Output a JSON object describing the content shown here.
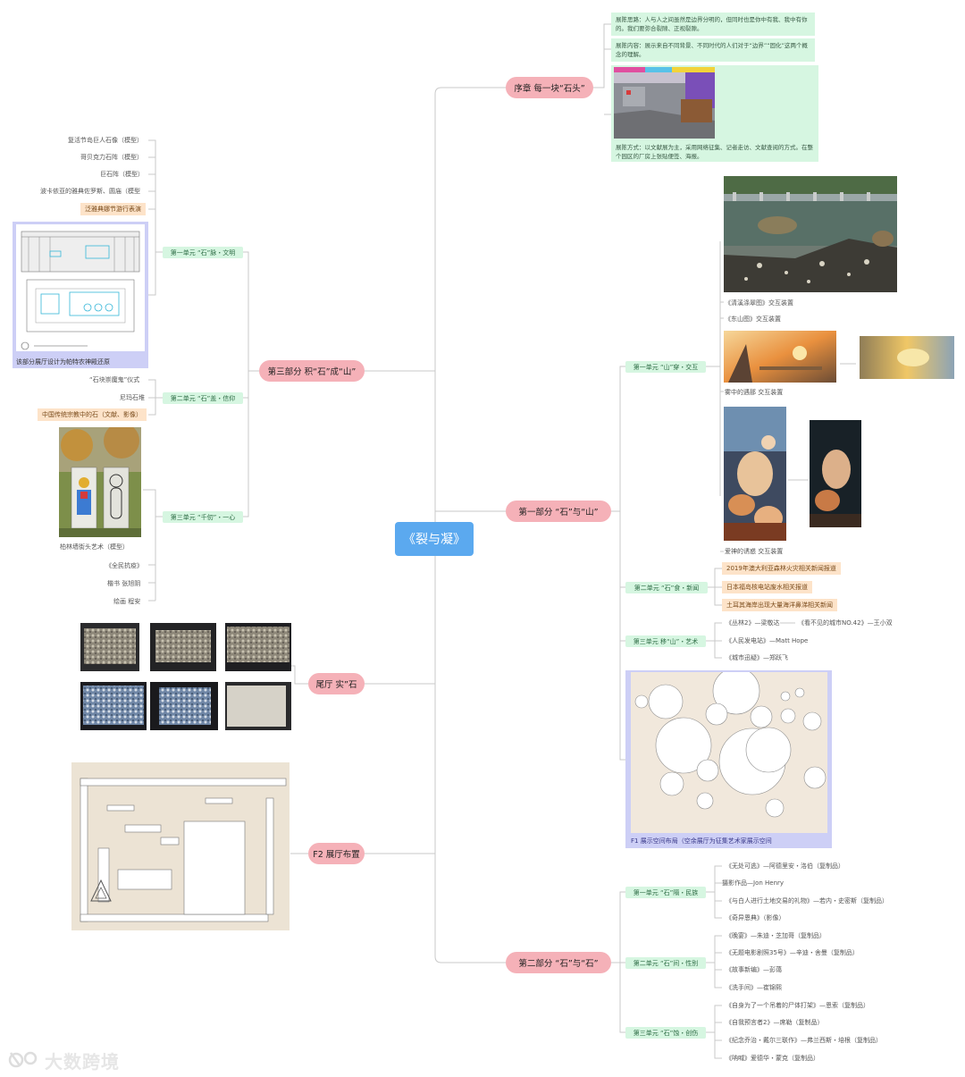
{
  "root": {
    "label": "《裂与凝》"
  },
  "preface": {
    "label": "序章 每一块“石头”",
    "notes": [
      "展陈思路：人与人之间虽然是边界分明的，但同时也是你中有我、我中有你的。我们要弥合裂隙、正视裂隙。",
      "展陈内容：展示来自不同背景、不同时代的人们对于“边界”“固化”这两个概念的理解。",
      "展陈方式：以文献展为主，采用网络征集、记者走访、文献查阅的方式。在整个园区的厂房上张贴便签、海报。"
    ]
  },
  "part1": {
    "label": "第一部分 “石”与“山”",
    "unit1": {
      "label": "第一单元 “山”穿・交互",
      "caption1": "《清溪涤翠图》交互装置",
      "caption2": "《东山图》交互装置",
      "caption3": "雾中的遇那 交互装置",
      "caption4": "爱神的诱惑 交互装置"
    },
    "unit2": {
      "label": "第二单元 “石”食・新闻",
      "items": [
        "2019年澳大利亚森林火灾相关新闻报道",
        "日本福岛核电站废水相关报道",
        "土耳其海岸出现大量海洋鼻涕相关新闻"
      ]
    },
    "unit3": {
      "label": "第三单元 移“山”・艺术",
      "item1": "《丛林2》—梁敬达",
      "item1b": "《看不见的城市NO.42》—王小双",
      "item2": "《人民发电站》—Matt Hope",
      "item3": "《城市迅疑》—郑跃飞"
    },
    "floor_caption": "F1 展示空间布局（空余展厅为征集艺术家展示空间"
  },
  "part2": {
    "label": "第二部分 “石”与“石”",
    "unit1": {
      "label": "第一单元 “石”隔・民族",
      "items": [
        "《无处可逃》—阿德里安・洛伯（复制品）",
        "摄影作品—Jon Henry",
        "《与白人进行土地交易的礼物》—若内・史密斯（复制品）",
        "《奇异恩典》（影像）"
      ]
    },
    "unit2": {
      "label": "第二单元 “石”间・性别",
      "items": [
        "《晚宴》—朱迪・芝加哥（复制品）",
        "《无题电影剧照35号》—辛迪・舍曼（复制品）",
        "《故事新编》—彭蔼",
        "《洗手间》—崔锦熙"
      ]
    },
    "unit3": {
      "label": "第三单元 “石”蚀・创伤",
      "items": [
        "《自身为了一个吊着的尸体打架》—恩索（复制品）",
        "《自我预言者2》—席勒（复制品）",
        "《纪念乔治・戴尔三联作》—弗兰西斯・培根（复制品）",
        "《呐喊》爱德华・蒙克（复制品）"
      ]
    }
  },
  "part3": {
    "label": "第三部分 积“石”成“山”",
    "unit1": {
      "label": "第一单元 “石”脉・文明",
      "items": [
        "复活节岛巨人石像（模型）",
        "哥贝克力石阵（模型）",
        "巨石阵（模型）",
        "波卡依亚的雅典佐罗斯、圆庙（模型",
        "泛雅典娜节游行表演"
      ],
      "caption": "该部分展厅设计为帕特农神殿还原"
    },
    "unit2": {
      "label": "第二单元 “石”盖・信仰",
      "items": [
        "“石块崇魔鬼”仪式",
        "尼玛石堆",
        "中国传统宗教中的石（文献、影像）"
      ]
    },
    "unit3": {
      "label": "第三单元 “千仞”・一心",
      "items": [
        "柏林墙街头艺术（模型）",
        "《全民抗疫》",
        "楷书 张旭阴",
        "绘画 程安"
      ]
    }
  },
  "tail": {
    "label": "尾厅 实”石"
  },
  "f2": {
    "label": "F2 展厅布置"
  },
  "watermark": {
    "text": "大数跨境"
  },
  "colors": {
    "root": "#5ba9ef",
    "branch": "#f5b1b8",
    "unit": "#d6f6e1",
    "highlight": "#fde3c9",
    "frame": "#cdcff6"
  }
}
